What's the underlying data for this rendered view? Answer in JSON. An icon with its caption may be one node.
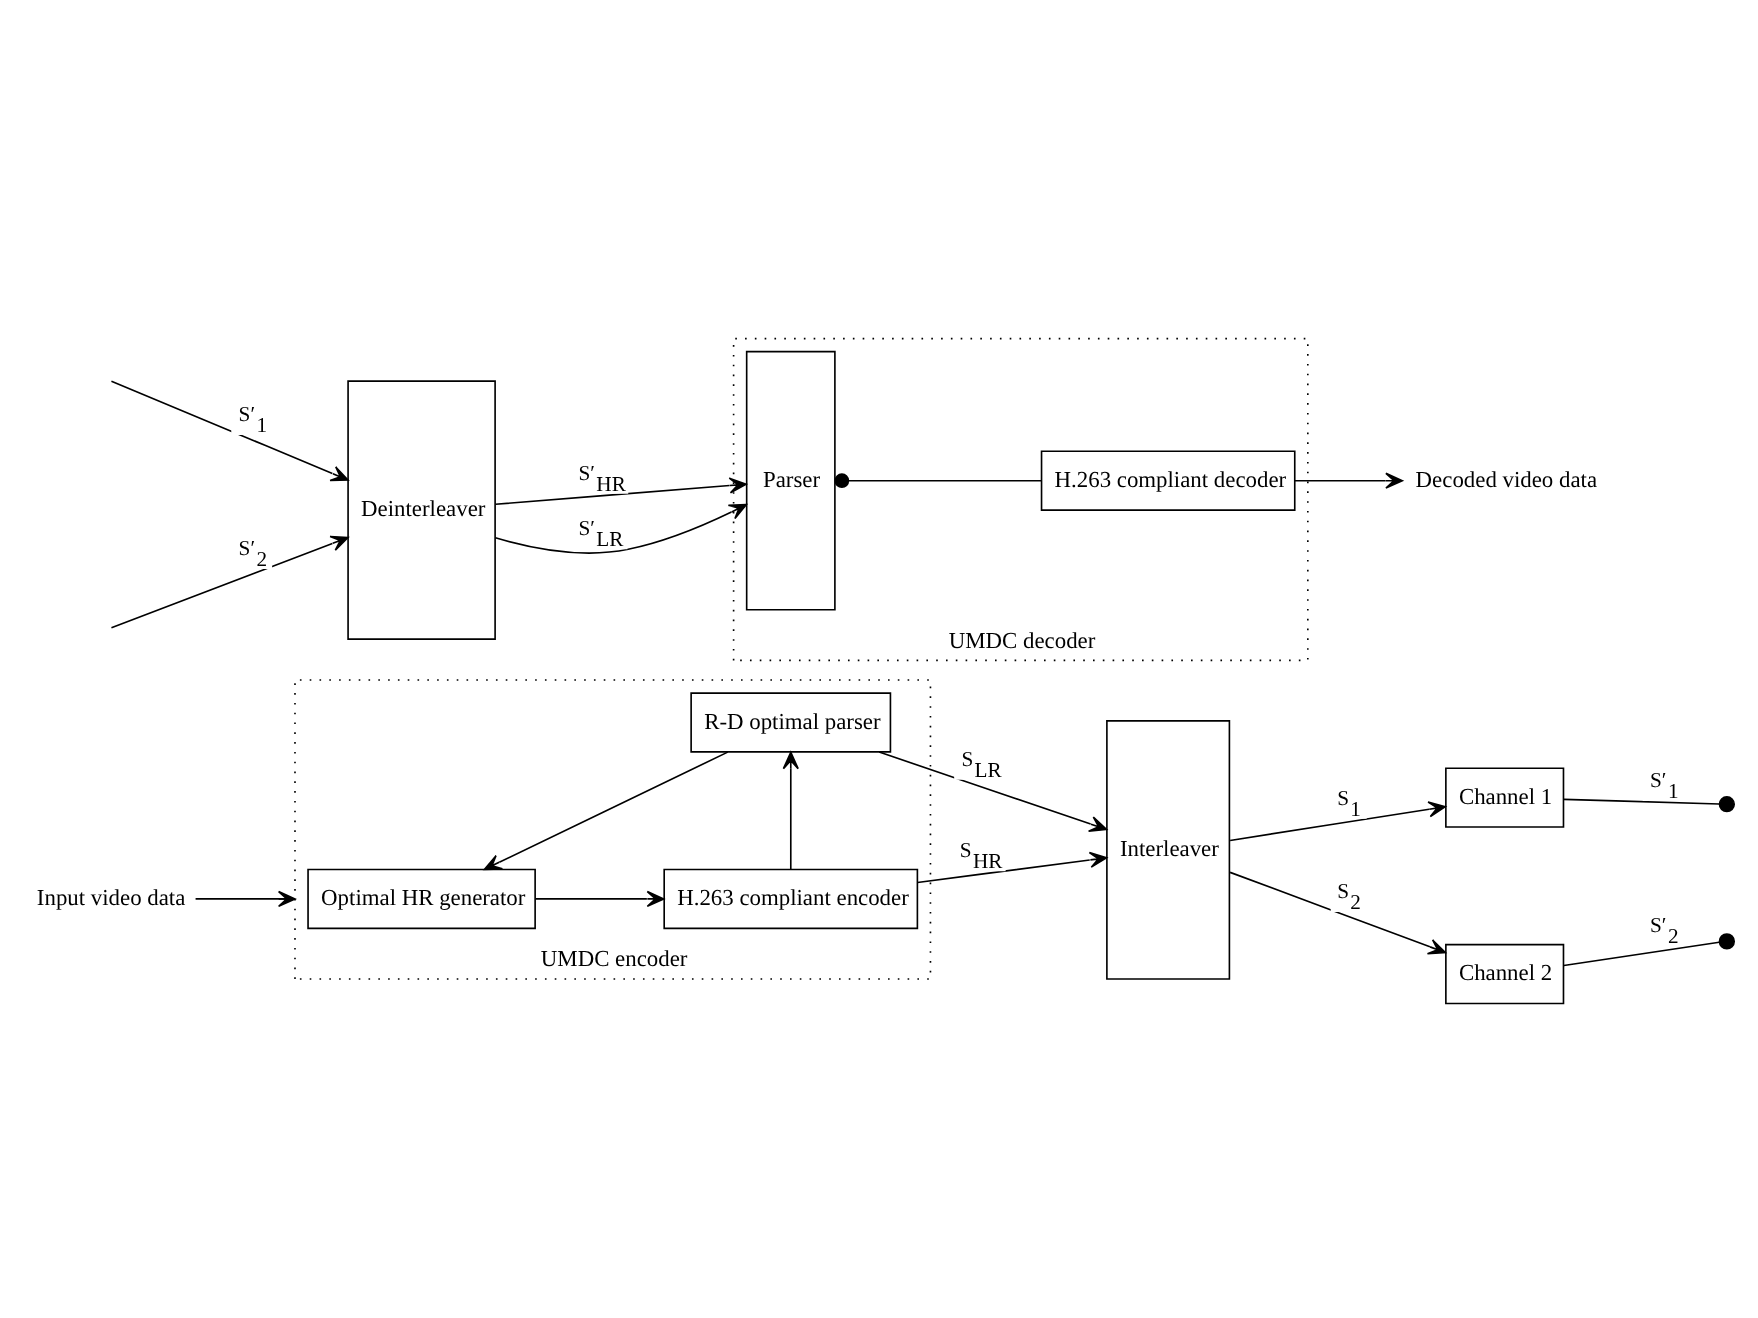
{
  "diagram": {
    "nodes": [
      {
        "text": [
          "Input video data"
        ]
      },
      {
        "text": [
          "UMDC encoder"
        ]
      },
      {
        "text": [
          "Optimal HR generator"
        ],
        "in": 1
      },
      {
        "text": [
          "H.263 compliant encoder"
        ],
        "in": 1
      },
      {
        "text": [
          "R-D optimal parser"
        ],
        "in": 1
      },
      {
        "text": [
          "Interleaver"
        ]
      },
      {
        "text": [
          "Channel 1"
        ]
      },
      {
        "text": [
          "Channel 2"
        ]
      },
      {
        "text": [],
        "shape": "circle"
      },
      {
        "text": [],
        "shape": "circle"
      },
      {
        "text": [
          "Deinterleaver"
        ]
      },
      {
        "text": [
          "UMDC decoder"
        ]
      },
      {
        "text": [
          "Parser"
        ],
        "in": 11
      },
      {
        "text": [
          "H.263 compliant decoder"
        ],
        "in": 11
      },
      {
        "text": [
          "Decoded video data"
        ]
      }
    ],
    "edges": [
      {
        "from": 0,
        "to": 1,
        "arrow": "to"
      },
      {
        "from": 2,
        "to": 3,
        "arrow": "to"
      },
      {
        "from": 3,
        "to": 4,
        "arrow": "to"
      },
      {
        "from": 4,
        "to": 2,
        "arrow": "to"
      },
      {
        "from": 3,
        "to": 5,
        "arrow": "to",
        "label": "S$_{HR}$"
      },
      {
        "from": 4,
        "to": 5,
        "arrow": "to",
        "label": "S$_{LR}$"
      },
      {
        "from": 5,
        "to": 6,
        "arrow": "to",
        "label": "S$_{1}$"
      },
      {
        "from": 5,
        "to": 7,
        "arrow": "to",
        "label": "S$_{2}$"
      },
      {
        "from": 6,
        "to": 8,
        "arrow": "none",
        "label": "S′$_{1}$"
      },
      {
        "from": 7,
        "to": 9,
        "arrow": "none",
        "label": "S′$_{2}$"
      },
      {
        "from": null,
        "to": 10,
        "arrow": "to",
        "label": "S′$_{1}$"
      },
      {
        "from": null,
        "to": 10,
        "arrow": "to",
        "label": "S′$_{2}$"
      },
      {
        "from": 10,
        "to": 12,
        "arrow": "to",
        "label": "S′$_{HR}$"
      },
      {
        "from": 10,
        "to": 12,
        "arrow": "to",
        "label": "S′$_{LR}$"
      },
      {
        "from": 12,
        "to": 13,
        "arrow": "other"
      },
      {
        "from": 13,
        "to": 14,
        "arrow": "to"
      }
    ]
  }
}
